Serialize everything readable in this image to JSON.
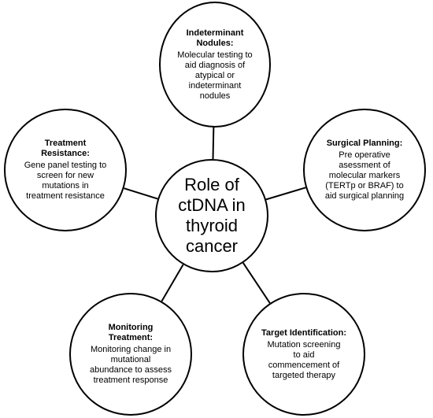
{
  "center": {
    "label_lines": [
      "Role of",
      "ctDNA in",
      "thyroid",
      "cancer"
    ]
  },
  "nodes": [
    {
      "id": "indeterminant-nodules",
      "title_lines": [
        "Indeterminant",
        "Nodules:"
      ],
      "desc_lines": [
        "Molecular testing to",
        "aid diagnosis of",
        "atypical or",
        "indeterminant",
        "nodules"
      ]
    },
    {
      "id": "surgical-planning",
      "title_lines": [
        "Surgical Planning:"
      ],
      "desc_lines": [
        "Pre operative",
        "asessment of",
        "molecular markers",
        "(TERTp or BRAF) to",
        "aid surgical planning"
      ]
    },
    {
      "id": "target-identification",
      "title_lines": [
        "Target Identification:"
      ],
      "desc_lines": [
        "Mutation screening",
        "to aid",
        "commencement of",
        "targeted therapy"
      ]
    },
    {
      "id": "monitoring-treatment",
      "title_lines": [
        "Monitoring",
        "Treatment:"
      ],
      "desc_lines": [
        "Monitoring change in",
        "mutational",
        "abundance to assess",
        "treatment response"
      ]
    },
    {
      "id": "treatment-resistance",
      "title_lines": [
        "Treatment",
        "Resistance:"
      ],
      "desc_lines": [
        "Gene panel testing to",
        "screen for new",
        "mutations in",
        "treatment resistance"
      ]
    }
  ]
}
